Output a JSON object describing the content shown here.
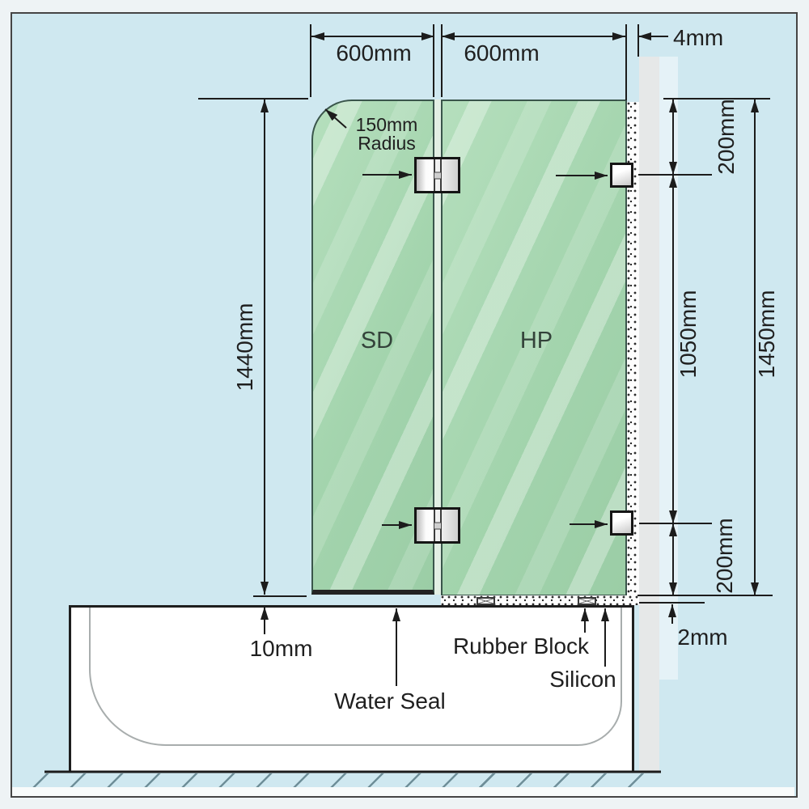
{
  "meta": {
    "description": "Frameless bath shower screen installation dimension diagram",
    "panel_type": "two-panel hinged shower screen over bathtub"
  },
  "labels": {
    "panel_left": "SD",
    "panel_right": "HP",
    "dim_top_left": "600mm",
    "dim_top_right": "600mm",
    "dim_wall_gap": "4mm",
    "radius_line1": "150mm",
    "radius_line2": "Radius",
    "dim_left_height": "1440mm",
    "dim_right_top": "200mm",
    "dim_right_mid": "1050mm",
    "dim_right_full": "1450mm",
    "dim_right_bottom": "200mm",
    "dim_bottom_gap": "10mm",
    "dim_silicon_bed": "2mm",
    "callout_water_seal": "Water Seal",
    "callout_rubber_block": "Rubber Block",
    "callout_silicon": "Silicon"
  },
  "colors": {
    "background": "#cfe8f0",
    "glass_green": "#a8d7b1",
    "wall_gray": "#e6e8e8",
    "tub_white": "#ffffff",
    "line_dark": "#1c1c1c"
  }
}
